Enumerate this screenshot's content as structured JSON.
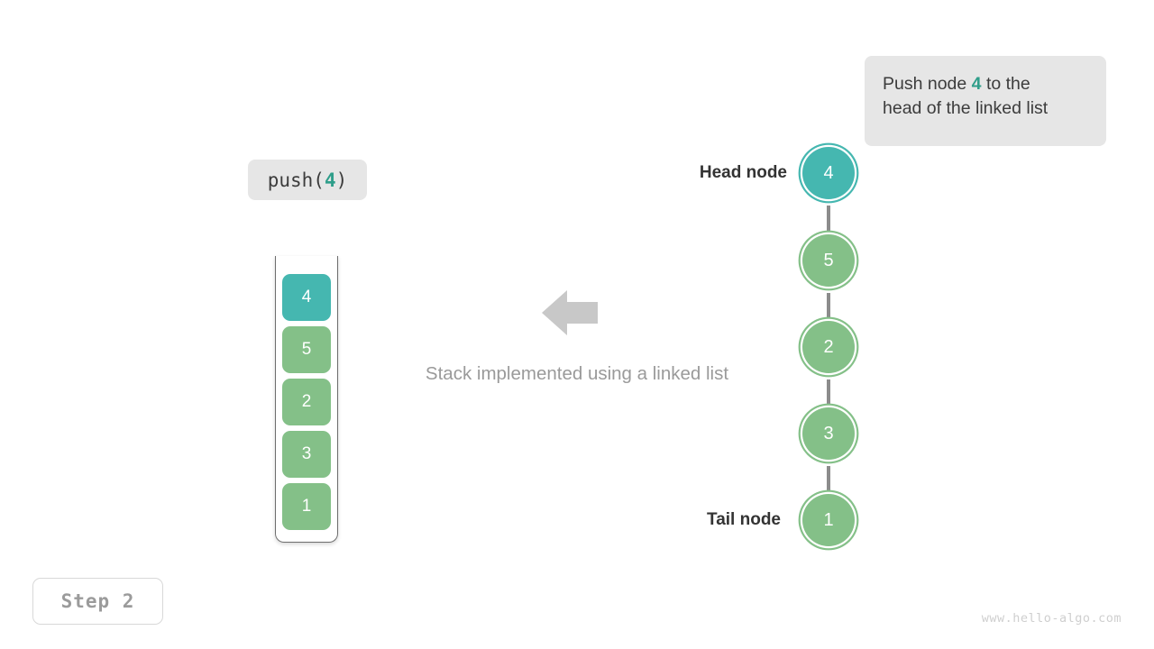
{
  "page": {
    "watermark": "www.hello-algo.com",
    "step_badge": "Step 2",
    "caption": "Stack implemented using a linked list"
  },
  "tooltip": {
    "line1_before": "Push node ",
    "highlight": "4",
    "line1_after": " to the",
    "line2": "head of the linked list",
    "bg_color": "#e6e6e6",
    "highlight_color": "#2f9e8a"
  },
  "operation": {
    "prefix": "push(",
    "value": "4",
    "suffix": ")",
    "bg_color": "#e6e6e6",
    "highlight_color": "#2f9e8a"
  },
  "stack": {
    "label": "stack-visual",
    "cells": [
      {
        "value": "4",
        "color": "teal"
      },
      {
        "value": "5",
        "color": "green"
      },
      {
        "value": "2",
        "color": "green"
      },
      {
        "value": "3",
        "color": "green"
      },
      {
        "value": "1",
        "color": "green"
      }
    ],
    "teal_color": "#45b7b0",
    "green_color": "#84c088"
  },
  "linked_list": {
    "head_label": "Head node",
    "tail_label": "Tail node",
    "nodes": [
      {
        "value": "4",
        "color": "teal"
      },
      {
        "value": "5",
        "color": "green"
      },
      {
        "value": "2",
        "color": "green"
      },
      {
        "value": "3",
        "color": "green"
      },
      {
        "value": "1",
        "color": "green"
      }
    ],
    "edge_color": "#8c8c8c"
  },
  "arrow": {
    "direction": "left",
    "color": "#c8c8c8"
  }
}
